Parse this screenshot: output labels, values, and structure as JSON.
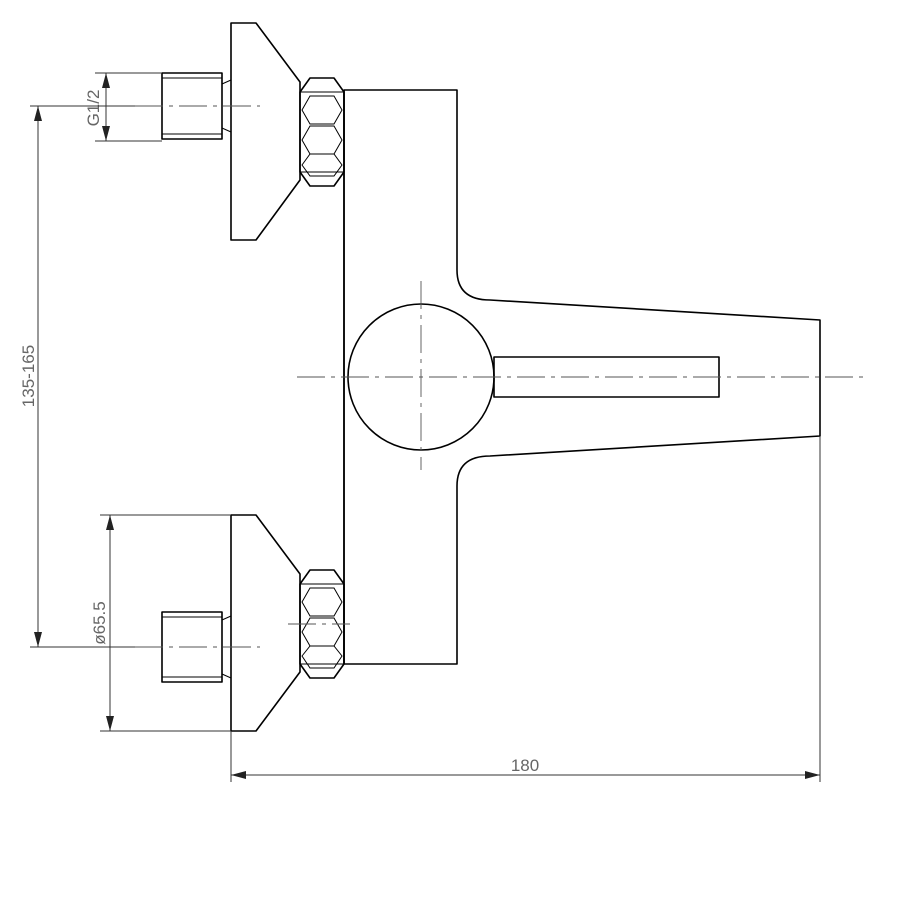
{
  "dimensions": {
    "thread": "G1/2",
    "center_distance": "135-165",
    "flange_diameter": "ø65.5",
    "overall_width": "180"
  }
}
